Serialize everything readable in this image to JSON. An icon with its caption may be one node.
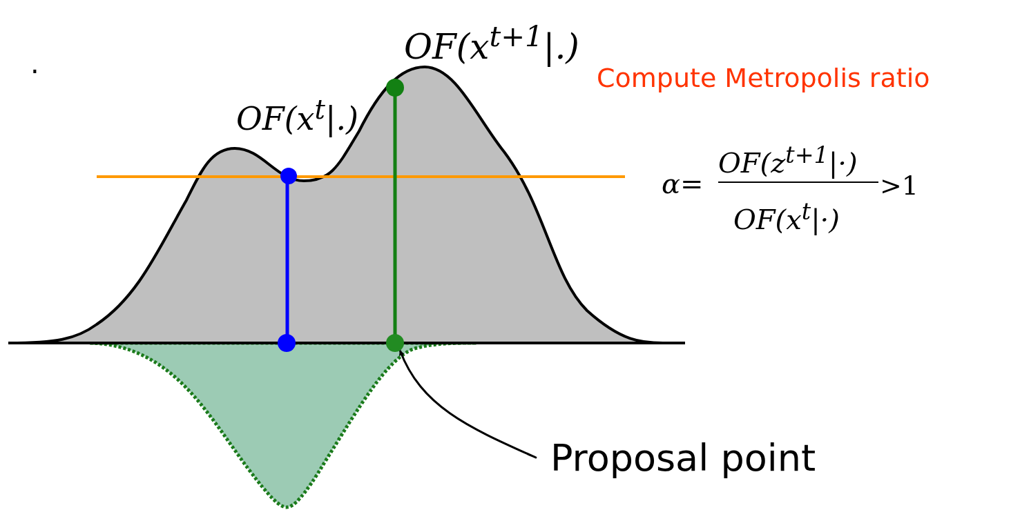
{
  "diagram": {
    "nodes": [
      {
        "text": [
          "Proposal point"
        ]
      },
      {
        "text": [],
        "shape": "circle"
      }
    ],
    "edges": [
      {
        "from": 0,
        "to": 1,
        "arrow": "to"
      }
    ],
    "labels": [
      ".",
      "OF(x$^{t+1}$|.)",
      "Compute Metropolis ratio",
      "OF(x$^{t}$|.)",
      "α=",
      "OF(z$^{t+1}$|·)",
      ">1",
      "OF(x$^{t}$|·)"
    ]
  }
}
